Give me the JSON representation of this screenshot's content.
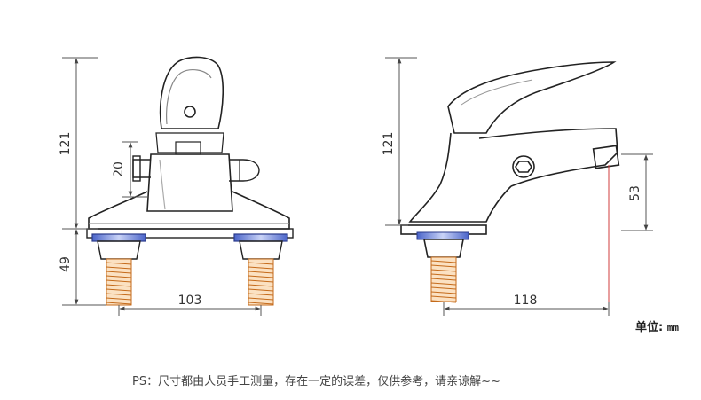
{
  "dimensions": {
    "front_height": "121",
    "front_inlet_height": "20",
    "front_base_height": "49",
    "front_width": "103",
    "side_height": "121",
    "side_spout_height": "53",
    "side_depth": "118"
  },
  "unit": {
    "label": "单位:",
    "value": "mm"
  },
  "note": "PS：尺寸都由人员手工测量，存在一定的误差，仅供参考，请亲谅解~~",
  "colors": {
    "line": "#555555",
    "outline": "#222222",
    "thread": "#e8a35a",
    "gasket": "#7a8fd8",
    "accent": "#d23c3c"
  }
}
